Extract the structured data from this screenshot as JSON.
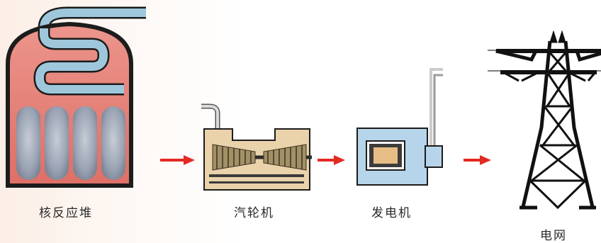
{
  "labels": {
    "reactor": "核反应堆",
    "turbine": "汽轮机",
    "generator": "发电机",
    "grid": "电网"
  },
  "colors": {
    "reactor_fill": "#e7847c",
    "reactor_outline": "#1c1c1c",
    "pipe": "#9ec7db",
    "fuel_rod": "#9aa3b3",
    "turbine_fill": "#ead2ab",
    "blade": "#8c7a52",
    "generator_fill": "#b7d5ea",
    "generator_core": "#e7bd86",
    "arrow": "#e32a22",
    "tower": "#111111"
  }
}
